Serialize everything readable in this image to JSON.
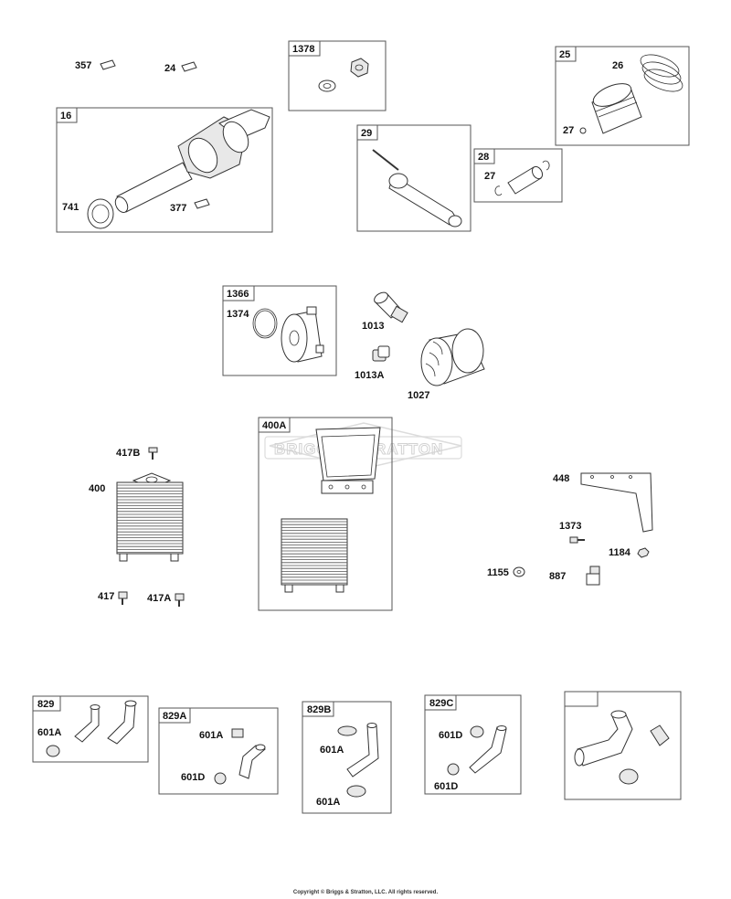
{
  "watermark": "BRIGGS&STRATTON",
  "copyright": "Copyright © Briggs & Stratton, LLC. All rights reserved.",
  "labels": {
    "l357": "357",
    "l24": "24",
    "l1378": "1378",
    "l25": "25",
    "l26": "26",
    "l27a": "27",
    "l16": "16",
    "l741": "741",
    "l377": "377",
    "l29": "29",
    "l28": "28",
    "l27b": "27",
    "l1366": "1366",
    "l1374": "1374",
    "l1013": "1013",
    "l1013A": "1013A",
    "l1027": "1027",
    "l417B": "417B",
    "l400": "400",
    "l417": "417",
    "l417A": "417A",
    "l400A": "400A",
    "l448": "448",
    "l1373": "1373",
    "l1184": "1184",
    "l1155": "1155",
    "l887": "887",
    "l829": "829",
    "l601A_1": "601A",
    "l829A": "829A",
    "l601A_2": "601A",
    "l601D_1": "601D",
    "l829B": "829B",
    "l601A_3": "601A",
    "l601A_4": "601A",
    "l829C": "829C",
    "l601D_2": "601D",
    "l601D_3": "601D"
  }
}
